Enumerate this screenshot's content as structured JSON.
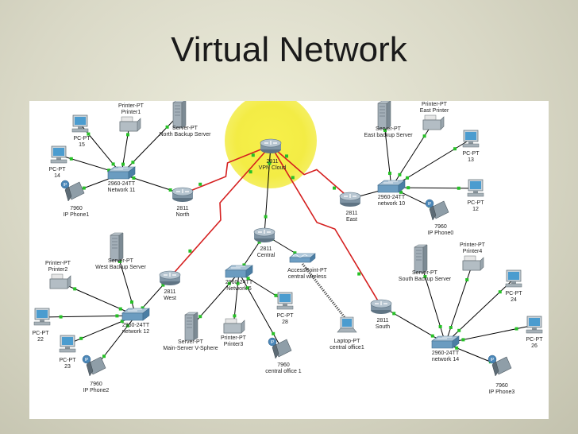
{
  "slide": {
    "title": "Virtual Network"
  },
  "colors": {
    "wan_link": "#d51f1f",
    "lan_link": "#000000",
    "link_light": "#27c027",
    "cloud_glow": "#f5ef3a",
    "router": "#8ba1b1",
    "switch": "#5f8fb0",
    "server": "#98a6b1",
    "pc_screen": "#4b9ccf"
  },
  "devices": [
    {
      "id": "vpn",
      "type": "router",
      "label1": "2811",
      "label2": "VPN Cloud"
    },
    {
      "id": "north",
      "type": "router",
      "label1": "2811",
      "label2": "North"
    },
    {
      "id": "east",
      "type": "router",
      "label1": "2811",
      "label2": "East"
    },
    {
      "id": "central",
      "type": "router",
      "label1": "2811",
      "label2": "Central"
    },
    {
      "id": "west",
      "type": "router",
      "label1": "2811",
      "label2": "West"
    },
    {
      "id": "south",
      "type": "router",
      "label1": "2811",
      "label2": "South"
    },
    {
      "id": "sw11",
      "type": "switch",
      "label1": "2960-24TT",
      "label2": "Network 11"
    },
    {
      "id": "sw10",
      "type": "switch",
      "label1": "2960-24TT",
      "label2": "network 10"
    },
    {
      "id": "sw12",
      "type": "switch",
      "label1": "2960-24TT",
      "label2": "network 12"
    },
    {
      "id": "sw14",
      "type": "switch",
      "label1": "2960-24TT",
      "label2": "network 14"
    },
    {
      "id": "swc",
      "type": "switch",
      "label1": "2960-24TT",
      "label2": "Network 6"
    },
    {
      "id": "pc15",
      "type": "pc",
      "label1": "PC-PT",
      "label2": "15"
    },
    {
      "id": "pc14",
      "type": "pc",
      "label1": "PC-PT",
      "label2": "14"
    },
    {
      "id": "prn1",
      "type": "printer",
      "label1": "Printer-PT",
      "label2": "Printer1"
    },
    {
      "id": "srvN",
      "type": "server",
      "label1": "Server-PT",
      "label2": "North Backup Server"
    },
    {
      "id": "ph1",
      "type": "phone",
      "label1": "7960",
      "label2": "IP Phone1"
    },
    {
      "id": "srvE",
      "type": "server",
      "label1": "Server-PT",
      "label2": "East backup Server"
    },
    {
      "id": "prnE",
      "type": "printer",
      "label1": "Printer-PT",
      "label2": "East Printer"
    },
    {
      "id": "pc13",
      "type": "pc",
      "label1": "PC-PT",
      "label2": "13"
    },
    {
      "id": "pc12",
      "type": "pc",
      "label1": "PC-PT",
      "label2": "12"
    },
    {
      "id": "ph0",
      "type": "phone",
      "label1": "7960",
      "label2": "IP Phone0"
    },
    {
      "id": "ap",
      "type": "accesspoint",
      "label1": "AccessPoint-PT",
      "label2": "central wireless"
    },
    {
      "id": "srvW",
      "type": "server",
      "label1": "Server-PT",
      "label2": "West Backup Server"
    },
    {
      "id": "prn2",
      "type": "printer",
      "label1": "Printer-PT",
      "label2": "Printer2"
    },
    {
      "id": "pc22",
      "type": "pc",
      "label1": "PC-PT",
      "label2": "22"
    },
    {
      "id": "pc23",
      "type": "pc",
      "label1": "PC-PT",
      "label2": "23"
    },
    {
      "id": "ph2",
      "type": "phone",
      "label1": "7960",
      "label2": "IP Phone2"
    },
    {
      "id": "srvM",
      "type": "server",
      "label1": "Server-PT",
      "label2": "Main-Server V-Sphere"
    },
    {
      "id": "prn3",
      "type": "printer",
      "label1": "Printer-PT",
      "label2": "Printer3"
    },
    {
      "id": "pc28",
      "type": "pc",
      "label1": "PC-PT",
      "label2": "28"
    },
    {
      "id": "phc",
      "type": "phone",
      "label1": "7960",
      "label2": "central office 1"
    },
    {
      "id": "lap",
      "type": "laptop",
      "label1": "Laptop-PT",
      "label2": "central office1"
    },
    {
      "id": "srvS",
      "type": "server",
      "label1": "Server-PT",
      "label2": "South Backup Server"
    },
    {
      "id": "prn4",
      "type": "printer",
      "label1": "Printer-PT",
      "label2": "Printer4"
    },
    {
      "id": "pc24",
      "type": "pc",
      "label1": "PC-PT",
      "label2": "24"
    },
    {
      "id": "pc26",
      "type": "pc",
      "label1": "PC-PT",
      "label2": "26"
    },
    {
      "id": "ph3",
      "type": "phone",
      "label1": "7960",
      "label2": "IP Phone3"
    }
  ],
  "links": [
    {
      "from": "vpn",
      "to": "north",
      "kind": "wan"
    },
    {
      "from": "vpn",
      "to": "east",
      "kind": "wan"
    },
    {
      "from": "vpn",
      "to": "west",
      "kind": "wan"
    },
    {
      "from": "vpn",
      "to": "south",
      "kind": "wan"
    },
    {
      "from": "vpn",
      "to": "central",
      "kind": "lan"
    },
    {
      "from": "north",
      "to": "sw11",
      "kind": "lan"
    },
    {
      "from": "sw11",
      "to": "pc15",
      "kind": "lan"
    },
    {
      "from": "sw11",
      "to": "pc14",
      "kind": "lan"
    },
    {
      "from": "sw11",
      "to": "prn1",
      "kind": "lan"
    },
    {
      "from": "sw11",
      "to": "srvN",
      "kind": "lan"
    },
    {
      "from": "sw11",
      "to": "ph1",
      "kind": "lan"
    },
    {
      "from": "east",
      "to": "sw10",
      "kind": "lan"
    },
    {
      "from": "sw10",
      "to": "srvE",
      "kind": "lan"
    },
    {
      "from": "sw10",
      "to": "prnE",
      "kind": "lan"
    },
    {
      "from": "sw10",
      "to": "pc13",
      "kind": "lan"
    },
    {
      "from": "sw10",
      "to": "pc12",
      "kind": "lan"
    },
    {
      "from": "sw10",
      "to": "ph0",
      "kind": "lan"
    },
    {
      "from": "central",
      "to": "swc",
      "kind": "lan"
    },
    {
      "from": "central",
      "to": "ap",
      "kind": "lan"
    },
    {
      "from": "swc",
      "to": "srvM",
      "kind": "lan"
    },
    {
      "from": "swc",
      "to": "prn3",
      "kind": "lan"
    },
    {
      "from": "swc",
      "to": "pc28",
      "kind": "lan"
    },
    {
      "from": "swc",
      "to": "phc",
      "kind": "lan"
    },
    {
      "from": "ap",
      "to": "lap",
      "kind": "wireless"
    },
    {
      "from": "west",
      "to": "sw12",
      "kind": "lan"
    },
    {
      "from": "sw12",
      "to": "srvW",
      "kind": "lan"
    },
    {
      "from": "sw12",
      "to": "prn2",
      "kind": "lan"
    },
    {
      "from": "sw12",
      "to": "pc22",
      "kind": "lan"
    },
    {
      "from": "sw12",
      "to": "pc23",
      "kind": "lan"
    },
    {
      "from": "sw12",
      "to": "ph2",
      "kind": "lan"
    },
    {
      "from": "south",
      "to": "sw14",
      "kind": "lan"
    },
    {
      "from": "sw14",
      "to": "srvS",
      "kind": "lan"
    },
    {
      "from": "sw14",
      "to": "prn4",
      "kind": "lan"
    },
    {
      "from": "sw14",
      "to": "pc24",
      "kind": "lan"
    },
    {
      "from": "sw14",
      "to": "pc26",
      "kind": "lan"
    },
    {
      "from": "sw14",
      "to": "ph3",
      "kind": "lan"
    }
  ]
}
